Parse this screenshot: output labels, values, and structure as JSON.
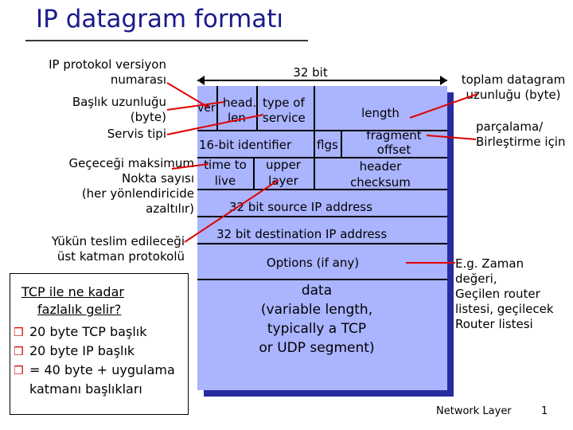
{
  "title": "IP datagram formatı",
  "width_label": "32 bit",
  "fields": {
    "ver": "ver",
    "head_len_1": "head.",
    "head_len_2": "len",
    "type_of_service_1": "type of",
    "type_of_service_2": "service",
    "length": "length",
    "identifier": "16-bit identifier",
    "flags": "flgs",
    "fragment_offset_1": "fragment",
    "fragment_offset_2": "offset",
    "ttl_1": "time to",
    "ttl_2": "live",
    "upper_layer_1": "upper",
    "upper_layer_2": "layer",
    "checksum_1": "header",
    "checksum_2": "checksum",
    "source_ip": "32 bit source IP address",
    "dest_ip": "32 bit destination IP address",
    "options": "Options (if any)",
    "data_lines": [
      "data",
      "(variable length,",
      "typically a TCP",
      "or UDP segment)"
    ]
  },
  "left_notes": {
    "version": [
      "IP protokol versiyon",
      "numarası"
    ],
    "header_length": [
      "Başlık uzunluğu",
      "(byte)"
    ],
    "service": [
      "Servis tipi"
    ],
    "ttl": [
      "Geçeceği maksimum",
      "Nokta sayısı",
      "(her yönlendiricide",
      "azaltılır)"
    ],
    "protocol": [
      "Yükün teslim edileceği",
      "üst katman protokolü"
    ]
  },
  "right_notes": {
    "total_length": [
      "toplam datagram",
      "uzunluğu (byte)"
    ],
    "fragmentation": [
      "parçalama/",
      "Birleştirme için"
    ],
    "options": [
      "E.g. Zaman",
      "değeri,",
      "Geçilen router",
      "listesi, geçilecek",
      "Router listesi"
    ]
  },
  "overhead_box": {
    "heading": [
      "TCP ile ne kadar",
      "fazlalık gelir?"
    ],
    "bullets": [
      "20 byte TCP başlık",
      "20 byte IP başlık",
      "= 40 byte + uygulama"
    ],
    "bullet_continuation": "katmanı başlıkları"
  },
  "footer": {
    "section": "Network Layer",
    "page": "1"
  },
  "colors": {
    "title": "#1a1a8c",
    "datagram_fill": "#aab4ff",
    "datagram_shadow": "#2a2aa0",
    "arrow": "#e00000",
    "bullet": "#cc0000"
  }
}
